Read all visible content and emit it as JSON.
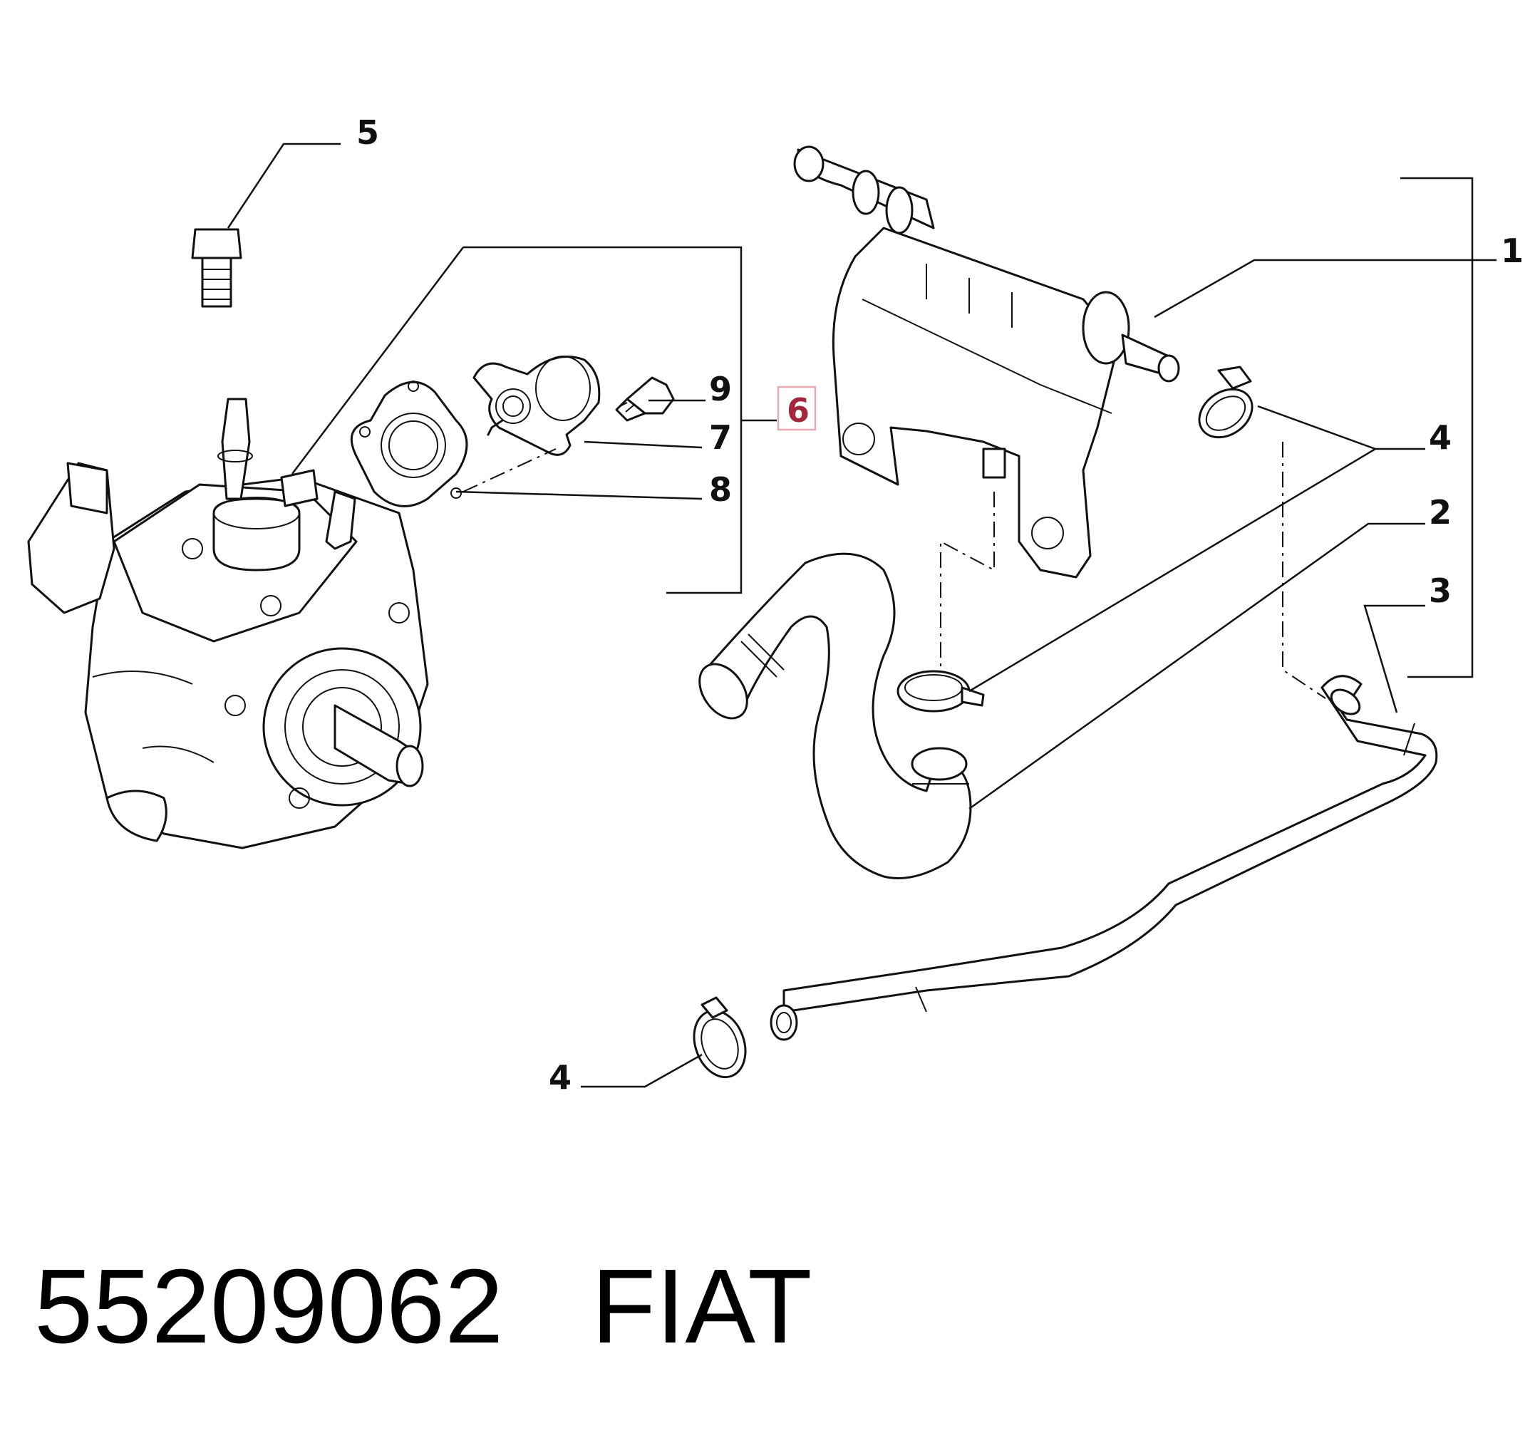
{
  "callouts": {
    "c1": "1",
    "c2": "2",
    "c3": "3",
    "c4_upper": "4",
    "c4_lower": "4",
    "c5": "5",
    "c6": "6",
    "c7": "7",
    "c8": "8",
    "c9": "9"
  },
  "caption": {
    "part_number": "55209062",
    "brand": "FIAT"
  },
  "colors": {
    "line": "#111111",
    "highlight_text": "#a3273d",
    "highlight_box": "#e9a9b2",
    "background": "#ffffff"
  }
}
